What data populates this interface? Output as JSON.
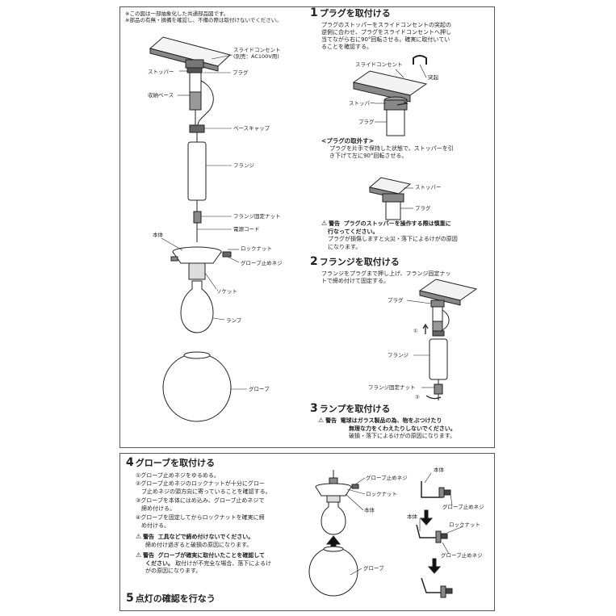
{
  "notes": [
    "※この図は一部抽象化した共通部品図です。",
    "※部品の有無・摘備を確認し、不備の際は取付けないでください。"
  ],
  "diagram": {
    "labels": {
      "slide_outlet": "スライドコンセント",
      "slide_outlet_sub": "(別売：AC100V用)",
      "stopper": "ストッパー",
      "plug": "プラグ",
      "storage_base": "収納ベース",
      "base_cap": "ベースキャップ",
      "flange": "フランジ",
      "flange_nut": "フランジ固定ナット",
      "power_cord": "電源コード",
      "body": "本体",
      "lock_nut": "ロックナット",
      "globe_screw": "グローブ止めネジ",
      "socket": "ソケット",
      "lamp": "ランプ",
      "globe": "グローブ"
    }
  },
  "step1": {
    "num": "1",
    "title": "プラグを取付ける",
    "text": [
      "プラグのストッパーをスライドコンセントの突起の",
      "逆側に合わせ、プラグをスライドコンセントへ押し",
      "当てながら右に90°回転させる。確実に取付いてい",
      "ることを確認する。"
    ],
    "fig_labels": {
      "slide_outlet": "スライドコンセント",
      "protrusion": "突起",
      "stopper": "ストッパー",
      "plug": "プラグ"
    },
    "remove_title": "<プラグの取外す>",
    "remove_text": [
      "プラグを片手で保持した状態で、ストッパーを引",
      "き下げて左に90°回転させる。"
    ],
    "remove_labels": {
      "stopper": "ストッパー",
      "plug": "プラグ"
    },
    "warning": {
      "head": "警告",
      "bold1": "プラグのストッパーを操作する際は慎重に",
      "bold2": "行なってください。",
      "text1": "プラグが損傷しますと火災・落下によるけがの原因",
      "text2": "になります。"
    }
  },
  "step2": {
    "num": "2",
    "title": "フランジを取付ける",
    "text": [
      "フランジをプラグまで押し上げ、フランジ固定ナッ",
      "トで締め付けて固定する。"
    ],
    "fig_labels": {
      "plug": "プラグ",
      "flange": "フランジ",
      "flange_nut": "フランジ固定ナット",
      "n1": "①",
      "n2": "②"
    }
  },
  "step3": {
    "num": "3",
    "title": "ランプを取付ける",
    "warning": {
      "head": "警告",
      "bold1": "電球はガラス製品の為、物をぶつけたり",
      "bold2": "無理な力をくわえたりしないでください。",
      "text1": "破損・落下によるけがの原因になります。"
    }
  },
  "step4": {
    "num": "4",
    "title": "グローブを取付ける",
    "items": [
      "①グローブ止めネジをゆるめる。",
      "②グローブ止めネジのロックナットが十分にグロー",
      "　ブ止めネジの頭方向に寄っていることを確認する。",
      "③グローブを本体にはめ込み、グローブ止めネジで",
      "　締め付ける。",
      "④グローブを固定してからロックナットを確実に締",
      "　め付ける。"
    ],
    "warning1": {
      "head": "警告",
      "bold1": "工具などで締め付けないでください。",
      "text1": "締め付け過ぎると破損の原因になります。"
    },
    "warning2": {
      "head": "警告",
      "bold1": "グローブが確実に取付いたことを確認して",
      "bold2": "ください。",
      "text2": "取付けが不完全な場合、落下によるけ",
      "text3": "がの原因になります。"
    },
    "fig_labels": {
      "globe_screw": "グローブ止めネジ",
      "lock_nut": "ロックナット",
      "body": "本体",
      "globe": "グローブ",
      "d_body1": "本体",
      "d_screw1": "グローブ止めネジ",
      "d_body2": "本体",
      "d_locknut": "ロックナット",
      "d_screw2": "グローブ止めネジ"
    }
  },
  "step5": {
    "num": "5",
    "title": "点灯の確認を行なう"
  }
}
